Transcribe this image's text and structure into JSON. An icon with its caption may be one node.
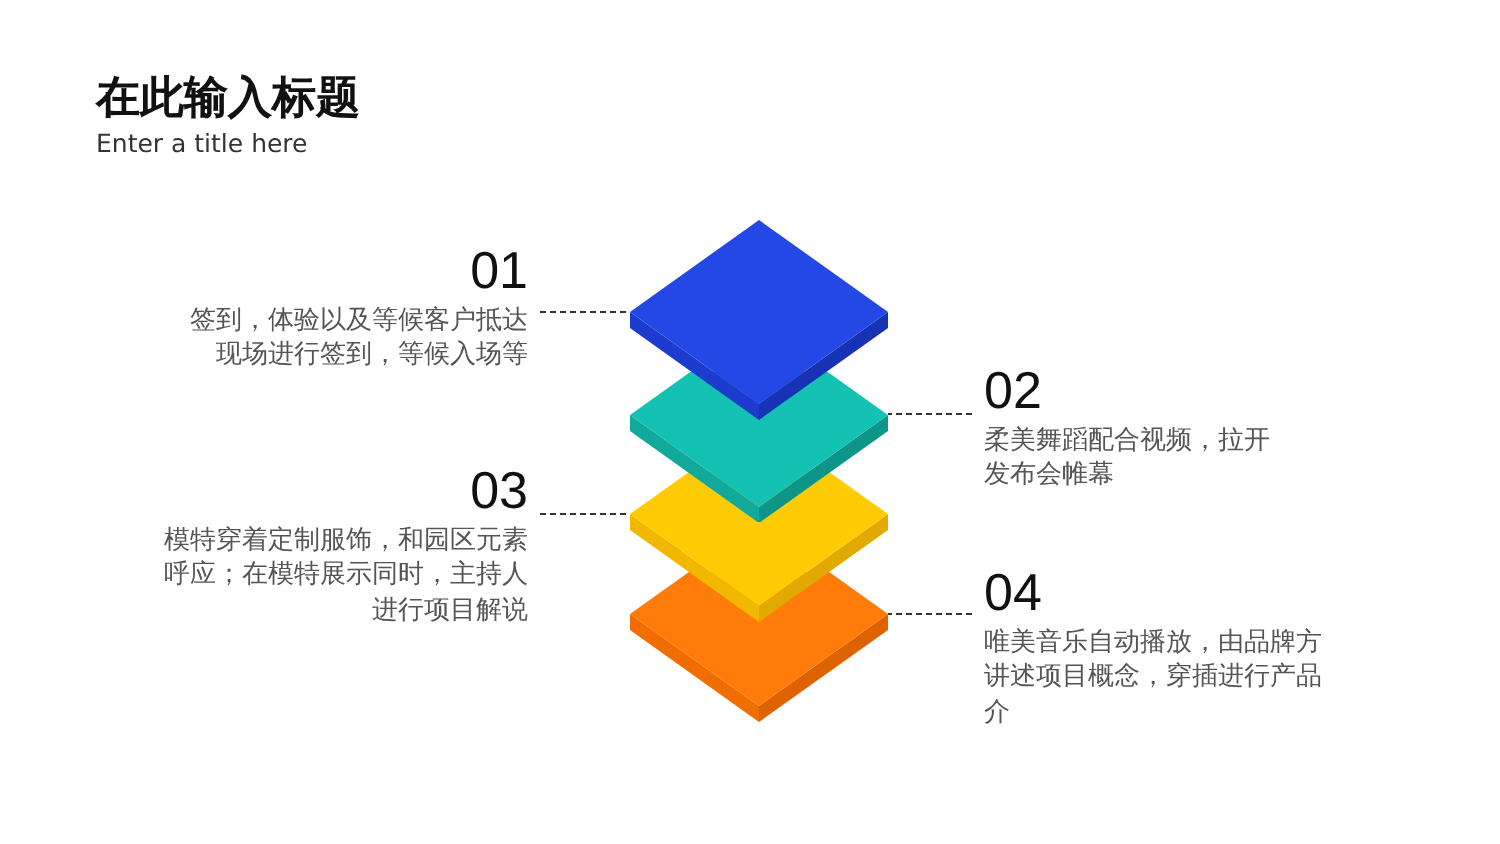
{
  "diagram": {
    "title": "在此输入标题",
    "nodes": [
      {
        "text": [
          "01",
          "签到，体验以及等候客户抵达现场进行签到，等候入场等"
        ]
      },
      {
        "text": [],
        "shape": "diamond"
      },
      {
        "text": [
          "02",
          "柔美舞蹈配合视频，拉开发布会帷幕"
        ]
      },
      {
        "text": [],
        "shape": "diamond"
      },
      {
        "text": [
          "03",
          "模特穿着定制服饰，和园区元素呼应；在模特展示同时，主持人进行项目解说"
        ]
      },
      {
        "text": [],
        "shape": "diamond"
      },
      {
        "text": [
          "04",
          "唯美音乐自动播放，由品牌方讲述项目概念，穿插进行产品介"
        ]
      },
      {
        "text": [],
        "shape": "diamond"
      }
    ],
    "edges": [
      {
        "from": 0,
        "to": 1,
        "arrow": "none",
        "style": "dashed"
      },
      {
        "from": 2,
        "to": 3,
        "arrow": "none",
        "style": "dashed"
      },
      {
        "from": 4,
        "to": 5,
        "arrow": "none",
        "style": "dashed"
      },
      {
        "from": 6,
        "to": 7,
        "arrow": "none",
        "style": "dashed"
      }
    ],
    "labels": [
      "Enter a title here"
    ]
  }
}
